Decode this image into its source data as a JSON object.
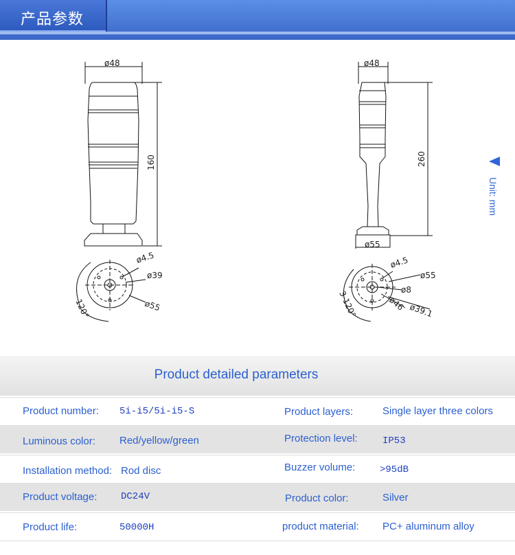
{
  "header": {
    "title": "产品参数"
  },
  "drawings": {
    "left_diameter_top": "ø48",
    "left_height": "160",
    "left_hole": "ø4.5",
    "left_bolt_circle": "ø39",
    "left_base": "ø55",
    "left_angle": "120°",
    "right_diameter_top": "ø48",
    "right_height": "260",
    "right_base_width": "ø55",
    "right_hole": "ø4.5",
    "right_base": "ø55",
    "right_center": "ø8",
    "right_inner": "ø46",
    "right_bolt_circle": "ø39.1",
    "right_angle": "3-120°"
  },
  "unit_label": "Unit: mm",
  "params": {
    "title": "Product detailed parameters",
    "rows": [
      {
        "label1": "Product number:",
        "value1": "5i-i5/5i-i5-S",
        "label2": "Product layers:",
        "value2": "Single layer three colors"
      },
      {
        "label1": "Luminous color:",
        "value1": "Red/yellow/green",
        "label2": "Protection level:",
        "value2": "IP53"
      },
      {
        "label1": "Installation method:",
        "value1": "Rod disc",
        "label2": "Buzzer volume:",
        "value2": ">95dB"
      },
      {
        "label1": "Product voltage:",
        "value1": "DC24V",
        "label2": "Product color:",
        "value2": "Silver"
      },
      {
        "label1": "Product life:",
        "value1": "50000H",
        "label2": "product material:",
        "value2": "PC+ aluminum alloy"
      }
    ]
  }
}
